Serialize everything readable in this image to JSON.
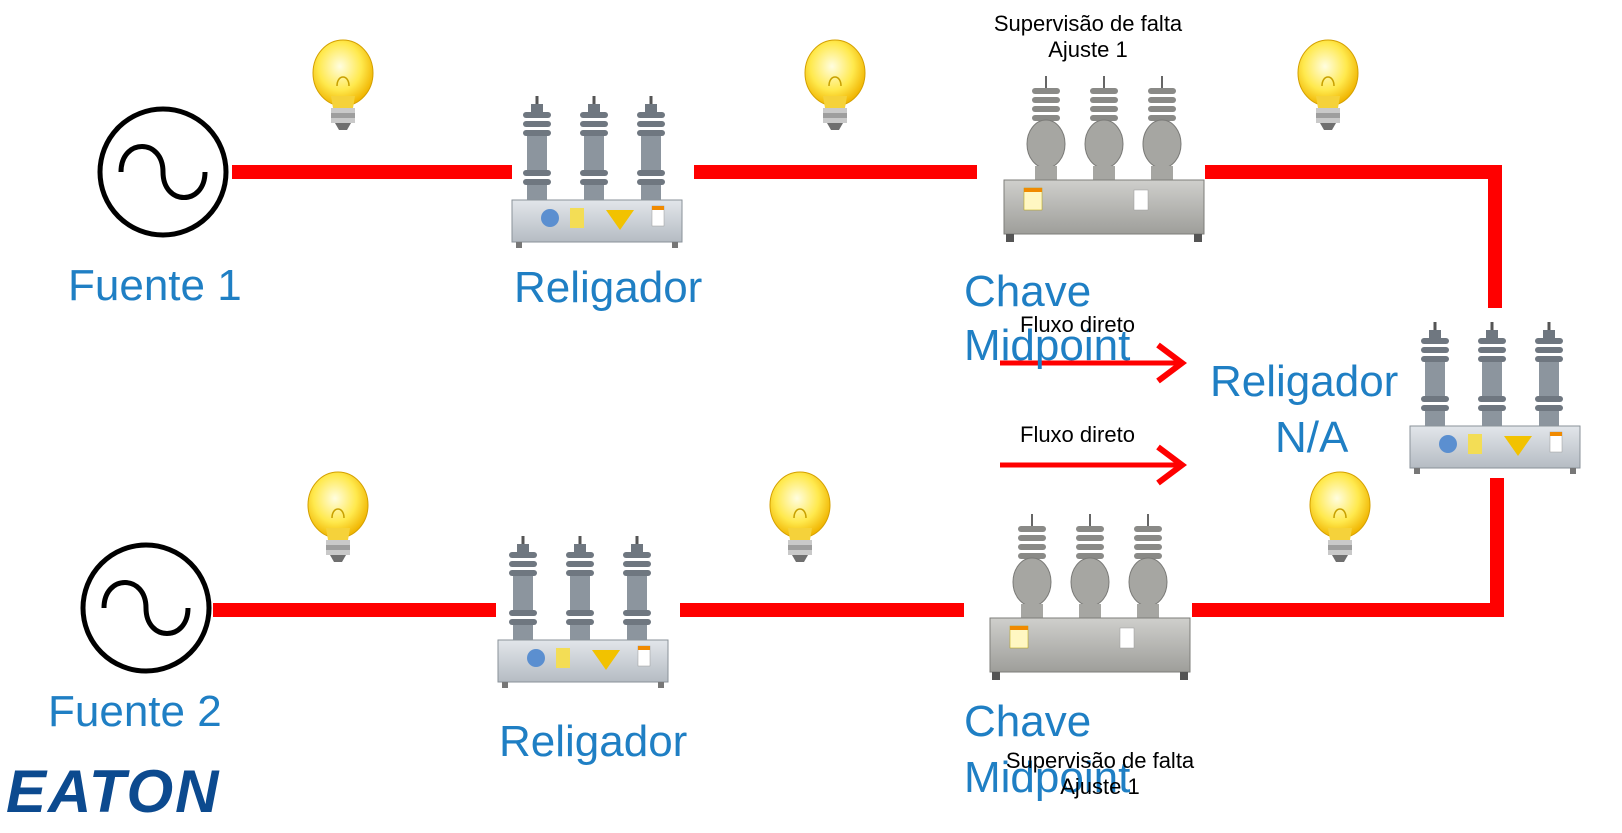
{
  "colors": {
    "line": "#ff0000",
    "label": "#1f7fc4",
    "brand": "#0c4a8f",
    "bulb": "#ffe94d"
  },
  "icons": [
    "ac-source-icon",
    "recloser-icon",
    "midpoint-switch-icon",
    "light-bulb-icon",
    "arrow-right-icon"
  ],
  "labels": {
    "source1": "Fuente 1",
    "source2": "Fuente 2",
    "recloser_top": "Religador",
    "recloser_bottom": "Religador",
    "switch_top_line1": "Chave",
    "switch_top_line2": "Midpoint",
    "switch_bottom_line1": "Chave",
    "switch_bottom_line2": "Midpoint",
    "tie_recloser_line1": "Religador",
    "tie_recloser_line2": "N/A",
    "fault_top_line1": "Supervisão de falta",
    "fault_top_line2": "Ajuste 1",
    "fault_bottom_line1": "Supervisão de falta",
    "fault_bottom_line2": "Ajuste 1",
    "flow_top": "Fluxo direto",
    "flow_bottom": "Fluxo direto"
  },
  "brand": {
    "logo_text": "EATON"
  }
}
